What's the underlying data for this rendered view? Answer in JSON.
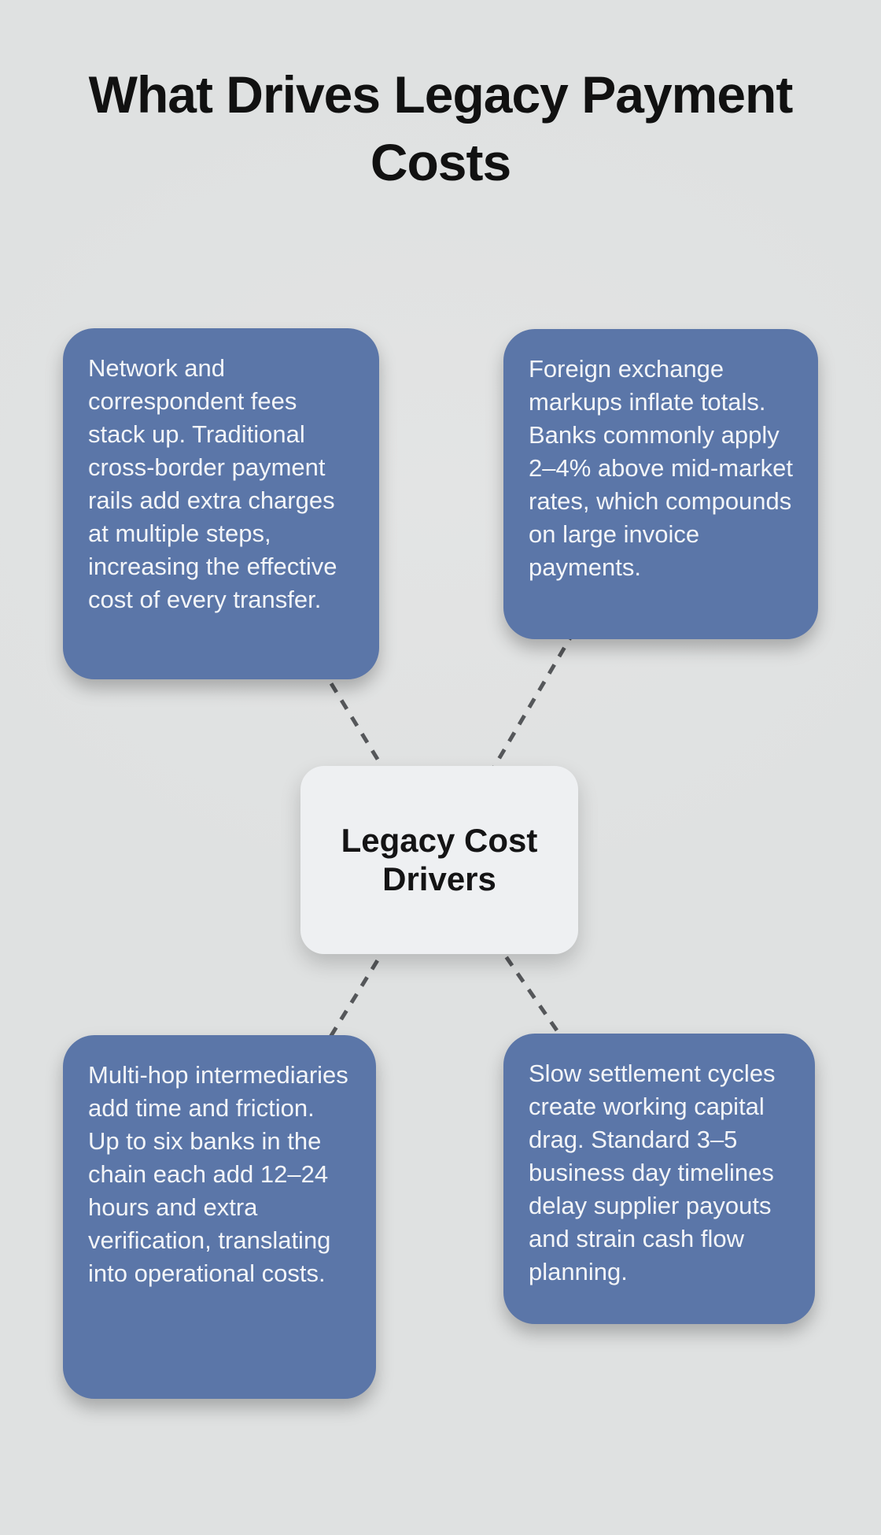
{
  "title": "What Drives Legacy Payment Costs",
  "center": {
    "label": "Legacy Cost Drivers"
  },
  "nodes": [
    {
      "id": "top-left",
      "text": "Network and correspondent fees stack up. Traditional cross-border payment rails add extra charges at multiple steps, increasing the effective cost of every transfer."
    },
    {
      "id": "top-right",
      "text": "Foreign exchange markups inflate totals. Banks commonly apply 2–4% above mid-market rates, which compounds on large invoice payments."
    },
    {
      "id": "bottom-left",
      "text": "Multi-hop intermediaries add time and friction. Up to six banks in the chain each add 12–24 hours and extra verification, translating into operational costs."
    },
    {
      "id": "bottom-right",
      "text": "Slow settlement cycles create working capital drag. Standard 3–5 business day timelines delay supplier payouts and strain cash flow planning."
    }
  ],
  "colors": {
    "background": "#dfe1e1",
    "node": "#5b76a8",
    "node_text": "#f3f5f8",
    "center_bg": "#eef0f2",
    "center_text": "#141415",
    "connector": "#55575a",
    "title": "#111111"
  }
}
